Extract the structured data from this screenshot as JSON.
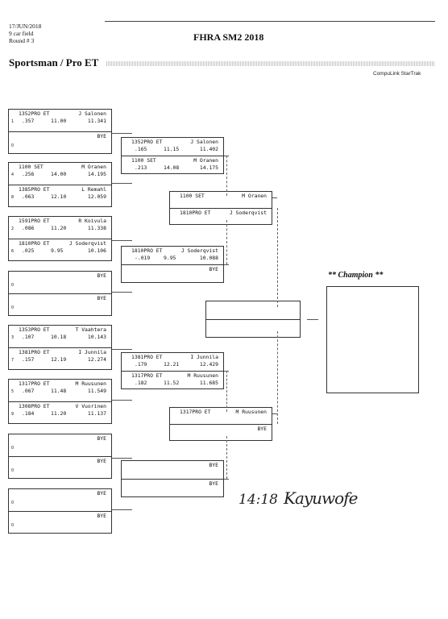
{
  "header": {
    "date": "17/JUN/2018",
    "field": "9 car field",
    "round": "Round # 3",
    "event": "FHRA SM2 2018",
    "class_title": "Sportsman / Pro ET",
    "brand": "CompuLink StarTrak"
  },
  "bye": "BYE",
  "round1": [
    {
      "top": {
        "car": "1352PRO ET",
        "driver": "J Salonen",
        "seed": "1",
        "rt": ".357",
        "dial": "11.00",
        "et": "11.341"
      },
      "bottom": {
        "car": "",
        "driver": "",
        "seed": "0",
        "rt": "",
        "dial": "",
        "et": "",
        "bye": true
      }
    },
    {
      "top": {
        "car": "1100   SET",
        "driver": "M Oranen",
        "seed": "4",
        "rt": ".256",
        "dial": "14.00",
        "et": "14.195"
      },
      "bottom": {
        "car": "1385PRO ET",
        "driver": "L Remahl",
        "seed": "8",
        "rt": ".063",
        "dial": "12.10",
        "et": "12.059"
      }
    },
    {
      "top": {
        "car": "1591PRO ET",
        "driver": "R Koivula",
        "seed": "2",
        "rt": ".086",
        "dial": "11.20",
        "et": "11.338"
      },
      "bottom": {
        "car": "1810PRO ET",
        "driver": "J Soderqvist",
        "seed": "6",
        "rt": ".025",
        "dial": "9.95",
        "et": "10.106"
      }
    },
    {
      "top": {
        "car": "",
        "driver": "",
        "seed": "0",
        "bye": true
      },
      "bottom": {
        "car": "",
        "driver": "",
        "seed": "0",
        "bye": true
      }
    },
    {
      "top": {
        "car": "1353PRO ET",
        "driver": "T Vaahtera",
        "seed": "3",
        "rt": ".107",
        "dial": "10.18",
        "et": "10.143"
      },
      "bottom": {
        "car": "1381PRO ET",
        "driver": "I Junnila",
        "seed": "7",
        "rt": ".157",
        "dial": "12.19",
        "et": "12.274"
      }
    },
    {
      "top": {
        "car": "1317PRO ET",
        "driver": "M Ruusunen",
        "seed": "5",
        "rt": ".067",
        "dial": "11.48",
        "et": "11.549"
      },
      "bottom": {
        "car": "1308PRO ET",
        "driver": "V Vuorinen",
        "seed": "9",
        "rt": ".184",
        "dial": "11.20",
        "et": "11.137"
      }
    },
    {
      "top": {
        "car": "",
        "driver": "",
        "seed": "0",
        "bye": true
      },
      "bottom": {
        "car": "",
        "driver": "",
        "seed": "0",
        "bye": true
      }
    },
    {
      "top": {
        "car": "",
        "driver": "",
        "seed": "0",
        "bye": true
      },
      "bottom": {
        "car": "",
        "driver": "",
        "seed": "0",
        "bye": true
      }
    }
  ],
  "round2": [
    {
      "top": {
        "car": "1352PRO ET",
        "driver": "J Salonen",
        "rt": ".165",
        "dial": "11.15",
        "et": "11.402"
      },
      "bottom": {
        "car": "1100   SET",
        "driver": "M Oranen",
        "rt": ".213",
        "dial": "14.08",
        "et": "14.175"
      }
    },
    {
      "top": {
        "car": "1810PRO ET",
        "driver": "J Soderqvist",
        "rt": "-.019",
        "dial": "9.95",
        "et": "10.088"
      },
      "bottom": {
        "bye": true
      }
    },
    {
      "top": {
        "car": "1381PRO ET",
        "driver": "I Junnila",
        "rt": ".179",
        "dial": "12.21",
        "et": "12.429"
      },
      "bottom": {
        "car": "1317PRO ET",
        "driver": "M Ruusunen",
        "rt": ".182",
        "dial": "11.52",
        "et": "11.685"
      }
    },
    {
      "top": {
        "bye": true
      },
      "bottom": {
        "bye": true
      }
    }
  ],
  "round3": [
    {
      "top": {
        "car": "1100   SET",
        "driver": "M Oranen"
      },
      "bottom": {
        "car": "1810PRO ET",
        "driver": "J Soderqvist"
      }
    },
    {
      "top": {
        "car": "1317PRO ET",
        "driver": "M Ruusunen"
      },
      "bottom": {
        "bye": true
      }
    }
  ],
  "final": {
    "top": {},
    "bottom": {}
  },
  "champion_label": "** Champion **",
  "annotation": {
    "time": "14:18",
    "signature": "Kayuwofe"
  }
}
